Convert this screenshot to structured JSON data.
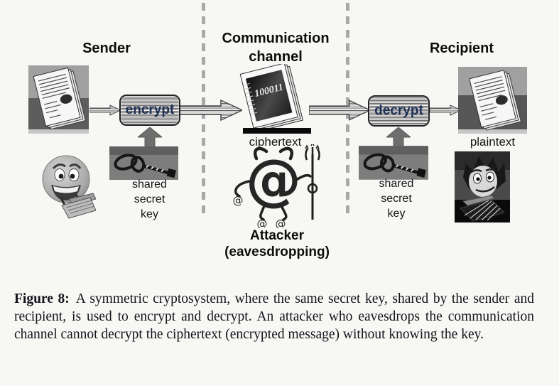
{
  "diagram": {
    "sender": {
      "title": "Sender",
      "process_label": "encrypt",
      "key_label": "shared\nsecret\nkey"
    },
    "channel": {
      "title": "Communication\nchannel",
      "artifact_label": "ciphertext",
      "cipher_bits": "100011",
      "attacker_label": "Attacker\n(eavesdropping)"
    },
    "recipient": {
      "title": "Recipient",
      "process_label": "decrypt",
      "artifact_label": "plaintext",
      "key_label": "shared\nsecret\nkey"
    }
  },
  "caption": {
    "label": "Figure 8:",
    "text": "A symmetric cryptosystem, where the same secret key, shared by the sender and recipient, is used to encrypt and decrypt. An attacker who eavesdrops the communication channel cannot decrypt the ciphertext (encrypted message) without knowing the key."
  },
  "colors": {
    "background": "#f7f7f4",
    "dash_line": "#a8a8a8",
    "process_text": "#1d2f55",
    "caption_text": "#13131c"
  }
}
